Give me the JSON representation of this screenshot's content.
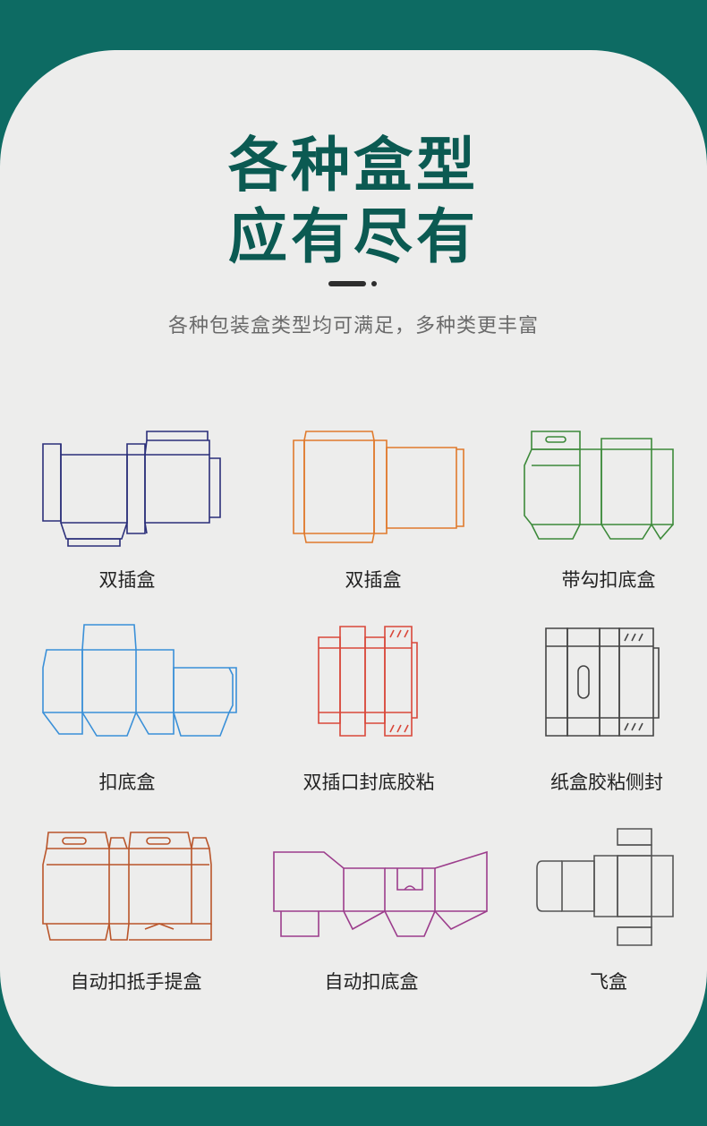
{
  "heading": {
    "line1": "各种盒型",
    "line2": "应有尽有",
    "subtitle": "各种包装盒类型均可满足，多种类更丰富"
  },
  "colors": {
    "background": "#0d6b63",
    "card": "#ededec",
    "title": "#0b5a52"
  },
  "boxes": [
    {
      "label": "双插盒",
      "color": "#2b2f7a"
    },
    {
      "label": "双插盒",
      "color": "#e07a2c"
    },
    {
      "label": "带勾扣底盒",
      "color": "#3d8a3a"
    },
    {
      "label": "扣底盒",
      "color": "#3a90d8"
    },
    {
      "label": "双插口封底胶粘",
      "color": "#d9483a"
    },
    {
      "label": "纸盒胶粘侧封",
      "color": "#444444"
    },
    {
      "label": "自动扣抵手提盒",
      "color": "#b9552a"
    },
    {
      "label": "自动扣底盒",
      "color": "#9c3d8c"
    },
    {
      "label": "飞盒",
      "color": "#555555"
    }
  ]
}
